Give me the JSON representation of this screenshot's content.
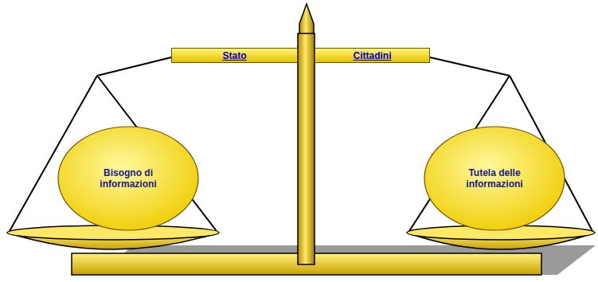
{
  "diagram": {
    "nodes": [
      {
        "text": [
          "Stato"
        ]
      },
      {
        "text": [
          "Cittadini"
        ]
      },
      {
        "text": [
          "Bisogno di informazioni"
        ]
      },
      {
        "text": [
          "Tutela delle informazioni"
        ]
      }
    ]
  }
}
